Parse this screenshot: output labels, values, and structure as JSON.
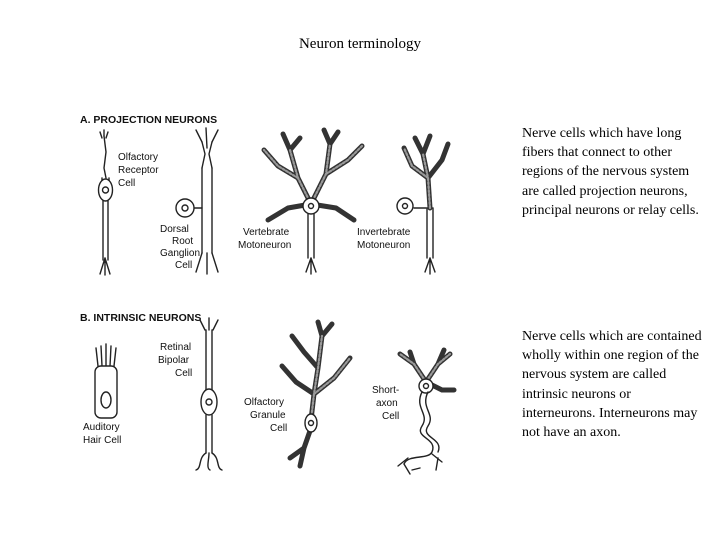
{
  "title": "Neuron terminology",
  "figure": {
    "section_a": {
      "header": "A. PROJECTION NEURONS",
      "labels": {
        "olfactory_receptor": [
          "Olfactory",
          "Receptor",
          "Cell"
        ],
        "dorsal_root": [
          "Dorsal",
          "Root",
          "Ganglion",
          "Cell"
        ],
        "vertebrate_motoneuron": [
          "Vertebrate",
          "Motoneuron"
        ],
        "invertebrate_motoneuron": [
          "Invertebrate",
          "Motoneuron"
        ]
      }
    },
    "section_b": {
      "header": "B. INTRINSIC NEURONS",
      "labels": {
        "retinal_bipolar": [
          "Retinal",
          "Bipolar",
          "Cell"
        ],
        "auditory_hair": [
          "Auditory",
          "Hair Cell"
        ],
        "olfactory_granule": [
          "Olfactory",
          "Granule",
          "Cell"
        ],
        "short_axon": [
          "Short-",
          "axon",
          "Cell"
        ]
      }
    }
  },
  "descriptions": {
    "projection": "Nerve cells which have long fibers that connect to other regions of the nervous system are called projection neurons, principal neurons or relay cells.",
    "intrinsic": "Nerve cells which are contained wholly within one region of the nervous system are called intrinsic neurons or interneurons. Interneurons may not have an axon."
  }
}
